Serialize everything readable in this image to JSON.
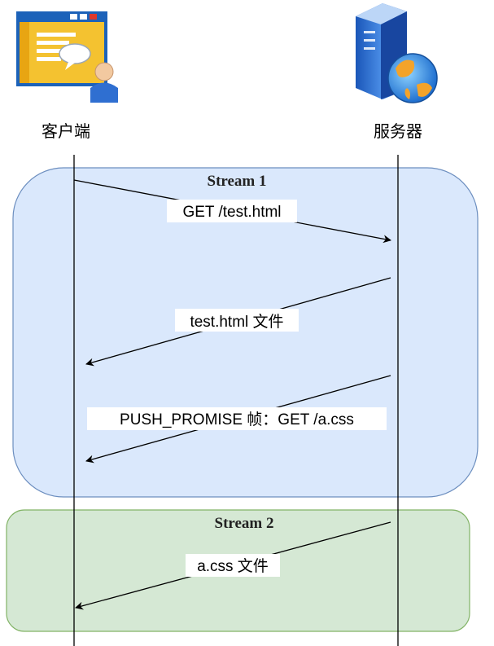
{
  "actors": {
    "client": {
      "label": "客户端",
      "icon": "client-computer-icon"
    },
    "server": {
      "label": "服务器",
      "icon": "server-globe-icon"
    }
  },
  "streams": [
    {
      "title": "Stream 1",
      "fill": "#dae8fc",
      "stroke": "#6c8ebf"
    },
    {
      "title": "Stream 2",
      "fill": "#d5e8d4",
      "stroke": "#82b366"
    }
  ],
  "messages": [
    {
      "text": "GET /test.html",
      "from": "client",
      "to": "server"
    },
    {
      "text": "test.html 文件",
      "from": "server",
      "to": "client"
    },
    {
      "text": "PUSH_PROMISE 帧：GET /a.css",
      "from": "server",
      "to": "client"
    },
    {
      "text": "a.css 文件",
      "from": "server",
      "to": "client"
    }
  ]
}
